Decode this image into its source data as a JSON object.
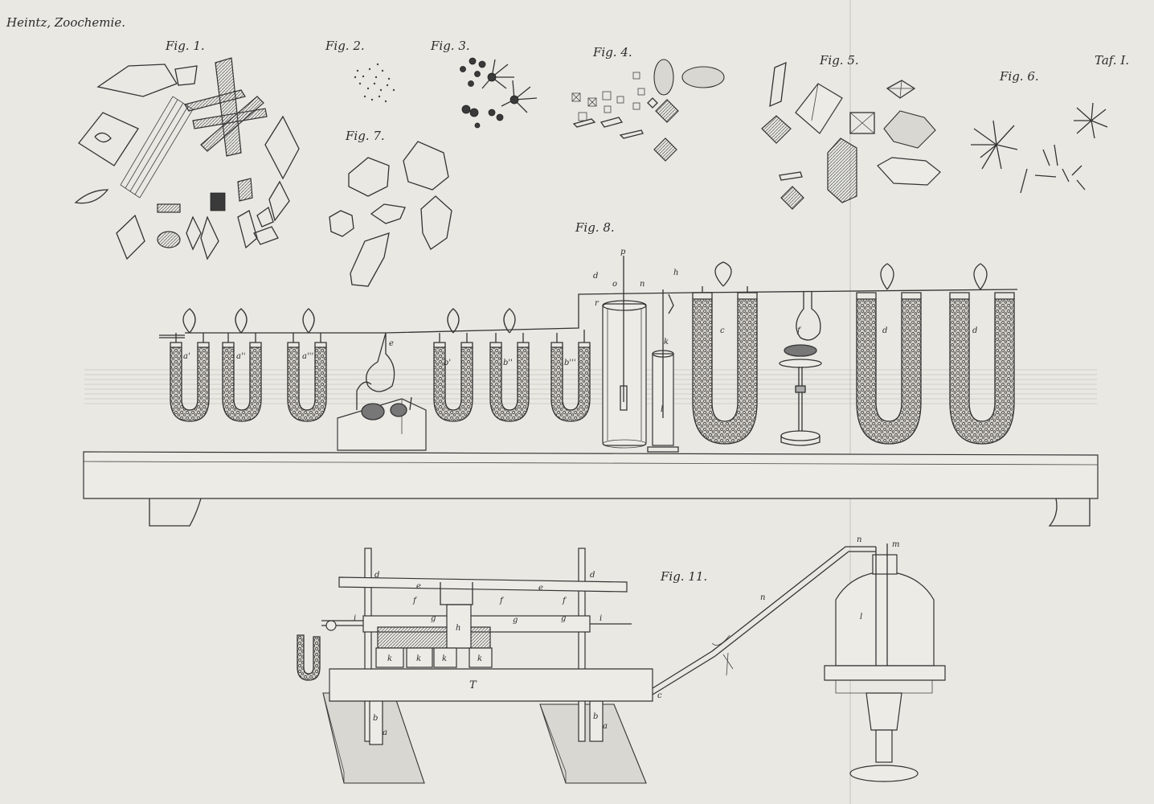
{
  "header": {
    "running_title": "Heintz, Zoochemie.",
    "plate_number": "Taf. I."
  },
  "figures": {
    "fig1": "Fig. 1.",
    "fig2": "Fig. 2.",
    "fig3": "Fig. 3.",
    "fig4": "Fig. 4.",
    "fig5": "Fig. 5.",
    "fig6": "Fig. 6.",
    "fig7": "Fig. 7.",
    "fig8": "Fig. 8.",
    "fig11": "Fig. 11."
  },
  "fig8_labels": {
    "a1": "a'",
    "a2": "a''",
    "a3": "a'''",
    "e": "e",
    "b1": "b'",
    "b2": "b''",
    "b3": "b'''",
    "d_top": "d",
    "o": "o",
    "p": "p",
    "n": "n",
    "h": "h",
    "r": "r",
    "k": "k",
    "l": "l",
    "c": "c",
    "f": "f",
    "d1": "d",
    "d2": "d"
  },
  "fig11_labels": {
    "d_left": "d",
    "d_right": "d",
    "e1": "e",
    "e2": "e",
    "f1": "f",
    "f2": "f",
    "f3": "f",
    "g1": "g",
    "g2": "g",
    "g3": "g",
    "h": "h",
    "i_left": "i",
    "i_right": "i",
    "k1": "k",
    "k2": "k",
    "k3": "k",
    "k4": "k",
    "T": "T",
    "b_left": "b",
    "a_left": "a",
    "b_right": "b",
    "a_right": "a",
    "c": "c",
    "n_mid": "n",
    "n_top": "n",
    "m": "m",
    "l": "l"
  }
}
